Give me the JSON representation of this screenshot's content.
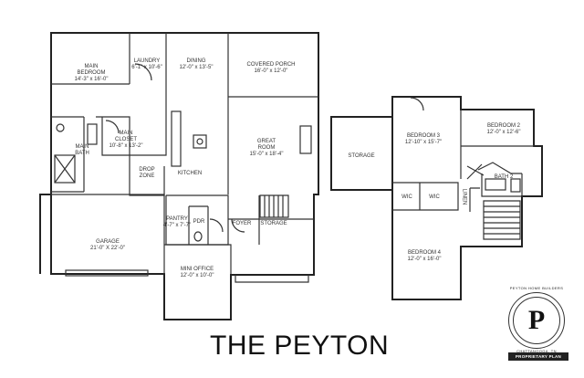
{
  "title": "THE PEYTON",
  "rooms": {
    "main_bedroom": {
      "name": "MAIN\nBEDROOM",
      "dim": "14'-3\" x 16'-0\""
    },
    "laundry": {
      "name": "LAUNDRY",
      "dim": "6'-1\" x 10'-6\""
    },
    "dining": {
      "name": "DINING",
      "dim": "12'-0\" x 13'-5\""
    },
    "covered_porch": {
      "name": "COVERED PORCH",
      "dim": "16'-0\" x 12'-0\""
    },
    "main_closet": {
      "name": "MAIN\nCLOSET",
      "dim": "10'-8\" x 13'-2\""
    },
    "main_bath": {
      "name": "MAIN\nBATH",
      "dim": ""
    },
    "great_room": {
      "name": "GREAT\nROOM",
      "dim": "15'-0\" x 18'-4\""
    },
    "drop_zone": {
      "name": "DROP\nZONE",
      "dim": ""
    },
    "kitchen": {
      "name": "KITCHEN",
      "dim": ""
    },
    "pantry": {
      "name": "PANTRY",
      "dim": "4'-7\" x 7'-7\""
    },
    "pdr": {
      "name": "PDR",
      "dim": ""
    },
    "foyer": {
      "name": "FOYER",
      "dim": ""
    },
    "storage_main": {
      "name": "STORAGE",
      "dim": ""
    },
    "garage": {
      "name": "GARAGE",
      "dim": "21'-0\" X 22'-0\""
    },
    "mini_office": {
      "name": "MINI OFFICE",
      "dim": "12'-0\" x 10'-0\""
    },
    "storage_upper": {
      "name": "STORAGE",
      "dim": ""
    },
    "bedroom3": {
      "name": "BEDROOM 3",
      "dim": "12'-10\" x 15'-7\""
    },
    "bedroom2": {
      "name": "BEDROOM 2",
      "dim": "12'-0\" x 12'-6\""
    },
    "bath2": {
      "name": "BATH 2",
      "dim": ""
    },
    "wic1": {
      "name": "WIC",
      "dim": ""
    },
    "wic2": {
      "name": "WIC",
      "dim": ""
    },
    "linen": {
      "name": "LINEN",
      "dim": ""
    },
    "bedroom4": {
      "name": "BEDROOM 4",
      "dim": "12'-0\" x 16'-0\""
    }
  },
  "logo": {
    "letter": "P",
    "top_text": "PEYTON HOME BUILDERS",
    "bottom_text": "CHATTANOOGA, TN",
    "badge": "PROPRIETARY PLAN"
  }
}
